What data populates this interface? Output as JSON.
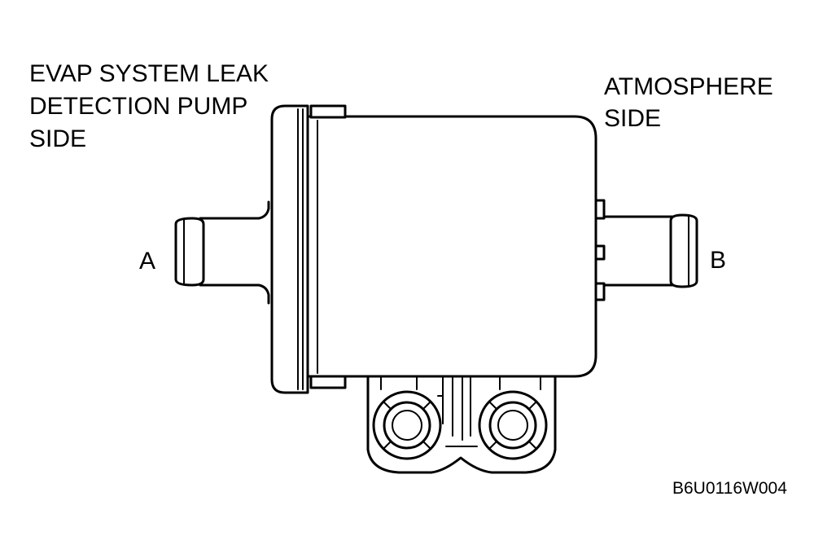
{
  "labels": {
    "pump_side": [
      "EVAP SYSTEM LEAK",
      "DETECTION PUMP",
      "SIDE"
    ],
    "atmosphere_side": [
      "ATMOSPHERE",
      "SIDE"
    ],
    "port_a": "A",
    "port_b": "B",
    "figure_code": "B6U0116W004"
  },
  "colors": {
    "line": "#000000",
    "background": "#ffffff"
  }
}
